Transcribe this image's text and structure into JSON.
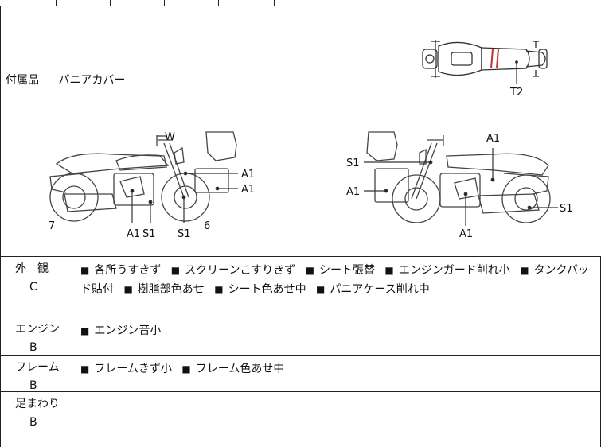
{
  "accessories": {
    "label": "付属品",
    "value": "パニアカバー"
  },
  "damage_labels": {
    "top_view": [
      "T2"
    ],
    "left_side": [
      "W",
      "A1",
      "A1",
      "A1",
      "S1",
      "S1",
      "6",
      "7"
    ],
    "right_side": [
      "A1",
      "S1",
      "A1",
      "S1",
      "A1"
    ]
  },
  "inspection": [
    {
      "category": "外　観",
      "grade": "C",
      "items": [
        "各所うすきず",
        "スクリーンこすりきず",
        "シート張替",
        "エンジンガード削れ小",
        "タンクパッド貼付",
        "樹脂部色あせ",
        "シート色あせ中",
        "パニアケース削れ中"
      ]
    },
    {
      "category": "エンジン",
      "grade": "B",
      "items": [
        "エンジン音小"
      ]
    },
    {
      "category": "フレーム",
      "grade": "B",
      "items": [
        "フレームきず小",
        "フレーム色あせ中"
      ]
    },
    {
      "category": "足まわり",
      "grade": "B",
      "items": []
    }
  ],
  "bullet": "■"
}
